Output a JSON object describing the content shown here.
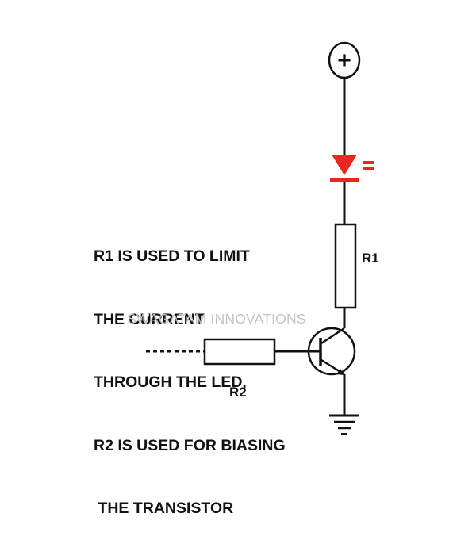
{
  "labels": {
    "plus_symbol": "+",
    "r1": "R1",
    "r2": "R2"
  },
  "note_lines": [
    "R1 IS USED TO LIMIT",
    "THE CURRENT",
    "THROUGH THE LED,",
    "R2 IS USED FOR BIASING",
    " THE TRANSISTOR"
  ],
  "watermark": "SWAGATAM INNOVATIONS",
  "colors": {
    "wire": "#111111",
    "led": "#e8281f",
    "watermark": "#c4c4c4"
  },
  "icons": {
    "supply": "positive-terminal-icon",
    "led": "led-icon",
    "transistor": "npn-transistor-icon",
    "ground": "ground-icon"
  }
}
